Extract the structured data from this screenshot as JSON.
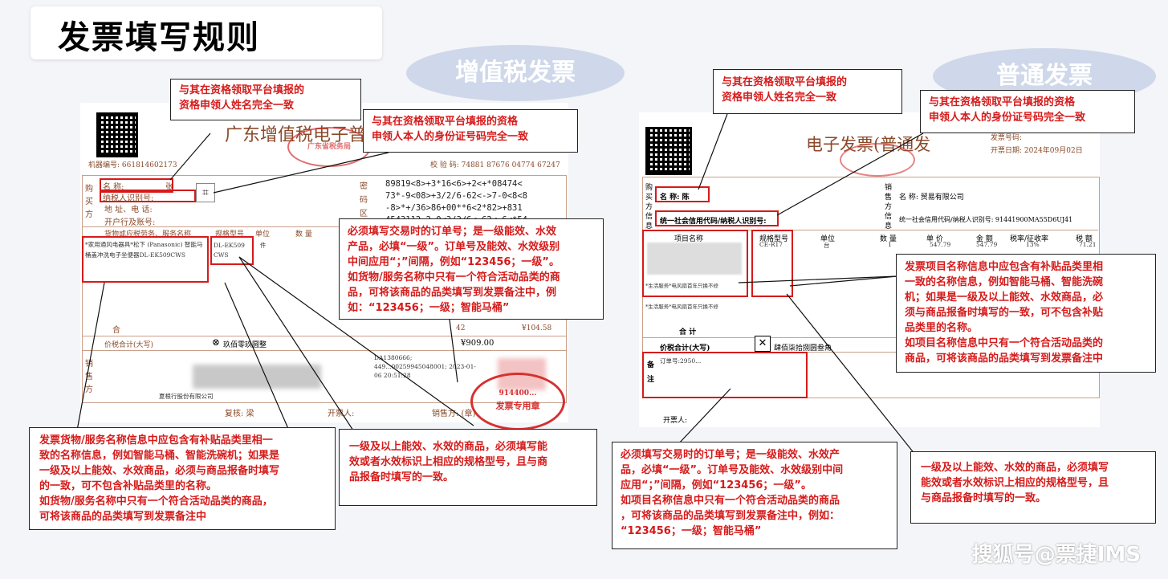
{
  "title": "发票填写规则",
  "left": {
    "label": "增值税发票",
    "invoice_header": "广东增值税电子普",
    "machine_no": "机器编号: 661814602173",
    "check_code": "校 验 码: 74881 87676 04774 67247",
    "buyer_name": "名    称:",
    "buyer_name_value": "张",
    "taxpayer_id": "纳税人识别号:",
    "address": "地 址、电 话:",
    "bank": "开户行及账号:",
    "buyer_side": "购买方",
    "cipher_side": "密码区",
    "cipher": "89819<8>+3*16<6>+2<+*08474<\n73*-9<08>+3/2/6-62<->7-0<8<8\n-8>*+/36>86+00**6<2*82>+831\n4543112-2-0<3/3/6<-62<-6<*54",
    "goods_header": "货物或应税劳务、服务名称",
    "spec_header": "规格型号",
    "unit_header": "单位",
    "qty_header": "数 量",
    "goods_value": "*家用通风电器具*松下 (Panasonic) 智能马桶盖冲洗电子坐便器DL-EK509CWS",
    "spec_value": "DL-EK509CWS",
    "unit_value": "件",
    "total_label": "合",
    "tax_amount": "42",
    "amount": "¥104.58",
    "total_big_label": "价税合计(大写)",
    "total_big": "玖佰零玖圆整",
    "total_small": "¥909.00",
    "seller_side": "销售方",
    "seller_name": "夏根行股份有限公司",
    "remark": "DA1380666; 449...00259945048001; 2023-01-06 20:51:28",
    "reviewer": "复核: 梁",
    "issuer": "开票人:",
    "seller_stamp_label": "销售方: (章)",
    "stamp_text": "发票专用章",
    "stamp_no": "914400...",
    "callout_name": "与其在资格领取平台填报的\n资格申领人姓名完全一致",
    "callout_id": "与其在资格领取平台填报的资格\n申领人本人的身份证号码完全一致",
    "callout_order": "必须填写交易时的订单号；是一级能效、水效\n产品，必填“一级”。订单号及能效、水效级别\n中间应用“；”间隔，例如“123456；一级”。\n如货物/服务名称中只有一个符合活动品类的商\n品，可将该商品的品类填写到发票备注中，例\n如：“123456；一级；智能马桶”",
    "callout_goods": "发票货物/服务名称信息中应包含有补贴品类里相一\n致的名称信息，例如智能马桶、智能洗碗机；如果是\n一级及以上能效、水效商品，必须与商品报备时填写\n的一致，可不包含补贴品类里的名称。\n如货物/服务名称中只有一个符合活动品类的商品，\n可将该商品的品类填写到发票备注中",
    "callout_spec": "一级及以上能效、水效的商品，必须填写能\n效或者水效标识上相应的规格型号，且与商\n品报备时填写的一致。"
  },
  "right": {
    "label": "普通发票",
    "invoice_header": "电子发票(普通发",
    "invoice_no": "发票号码:",
    "invoice_date": "开票日期: 2024年09月02日",
    "buyer_side": "购买方信息",
    "buyer_name": "名 称: 陈",
    "buyer_id": "统一社会信用代码/纳税人识别号:",
    "seller_side": "销售方信息",
    "seller_name": "名 称: 贸易有限公司",
    "seller_id": "统一社会信用代码/纳税人识别号: 91441900MA55D6UJ41",
    "col_item": "项目名称",
    "col_spec": "规格型号",
    "col_unit": "单位",
    "col_qty": "数 量",
    "col_price": "单 价",
    "col_amount": "金 额",
    "col_rate": "税率/征收率",
    "col_tax": "税 额",
    "row_spec": "CE-R17",
    "row_unit": "台",
    "row_qty": "1",
    "row_price": "547.79",
    "row_amount": "547.79",
    "row_rate": "13%",
    "row_tax": "71.21",
    "service_line": "*生活服务*电风扇首年只换不修",
    "total_label": "合    计",
    "total_big_label": "价税合计(大写)",
    "total_big": "肆佰柒拾捌圆叁角",
    "remark_label": "备注",
    "remark_value": "订单号:2950...",
    "issuer": "开票人:",
    "callout_name": "与其在资格领取平台填报的\n资格申领人姓名完全一致",
    "callout_id": "与其在资格领取平台填报的资格\n申领人本人的身份证号码完全一致",
    "callout_goods": "发票项目名称信息中应包含有补贴品类里相\n一致的名称信息，例如智能马桶、智能洗碗\n机；如果是一级及以上能效、水效商品，必\n须与商品报备时填写的一致，可不包含补贴\n品类里的名称。\n如项目名称信息中只有一个符合活动品类的\n商品，可将该商品的品类填写到发票备注中",
    "callout_order": "必须填写交易时的订单号；是一级能效、水效产\n品，必填“一级”。订单号及能效、水效级别中间\n应用“；”间隔，例如“123456；一级”。\n如项目名称信息中只有一个符合活动品类的商品\n，可将该商品的品类填写到发票备注中，例如：\n“123456；一级；智能马桶”",
    "callout_spec": "一级及以上能效、水效的商品，必须填写\n能效或者水效标识上相应的规格型号，且\n与商品报备时填写的一致。"
  },
  "watermark": "搜狐号@票捷IMS"
}
